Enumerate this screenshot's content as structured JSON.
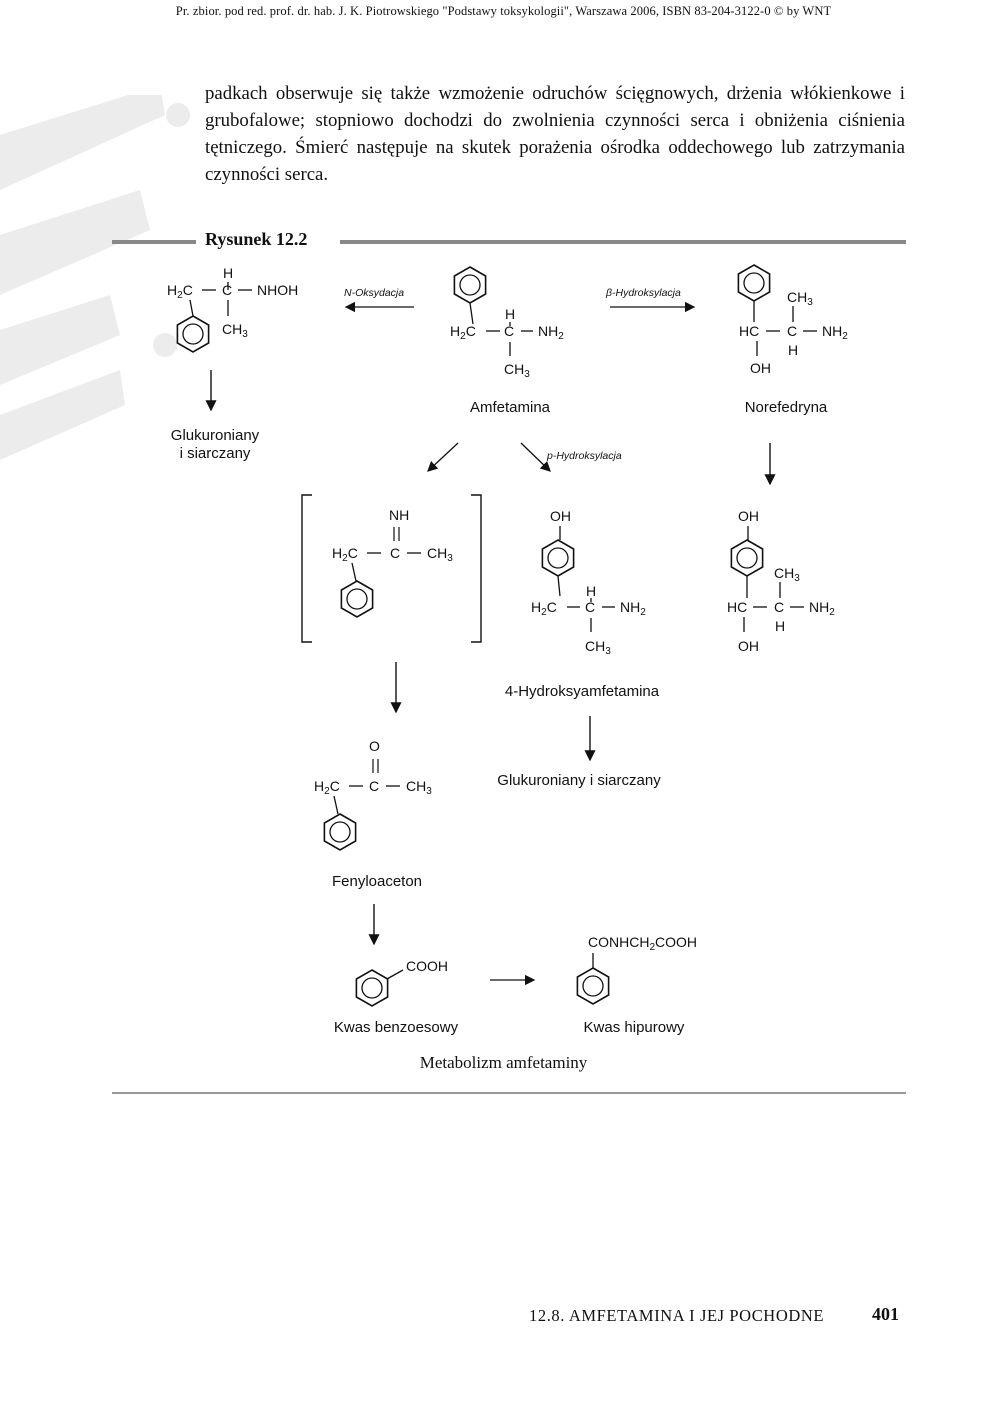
{
  "running_header": "Pr. zbior. pod red. prof. dr. hab. J. K. Piotrowskiego \"Podstawy toksykologii\", Warszawa 2006, ISBN 83-204-3122-0 © by WNT",
  "intro_text": "padkach obserwuje się także wzmożenie odruchów ścięgnowych, drżenia włókienkowe i grubofalowe; stopniowo dochodzi do zwolnienia czynności serca i obniżenia ciśnienia tętniczego. Śmierć następuje na skutek porażenia ośrodka oddechowego lub zatrzymania czynności serca.",
  "figure": {
    "label": "Rysunek 12.2",
    "caption": "Metabolizm amfetaminy",
    "reactions": {
      "n_oxidation": "N-Oksydacja",
      "beta_hydroxylation": "β-Hydroksylacja",
      "p_hydroxylation": "p-Hydroksylacja"
    },
    "compounds": {
      "amphetamine": "Amfetamina",
      "norephedrine": "Norefedryna",
      "hydroxyamphetamine": "4-Hydroksyamfetamina",
      "phenylacetone": "Fenyloaceton",
      "benzoic_acid": "Kwas benzoesowy",
      "hippuric_acid": "Kwas hipurowy",
      "conjugates_left_1": "Glukuroniany",
      "conjugates_left_2": "i siarczany",
      "conjugates_middle": "Glukuroniany i siarczany"
    }
  },
  "footer": {
    "section": "12.8. AMFETAMINA I JEJ POCHODNE",
    "page_number": "401"
  }
}
